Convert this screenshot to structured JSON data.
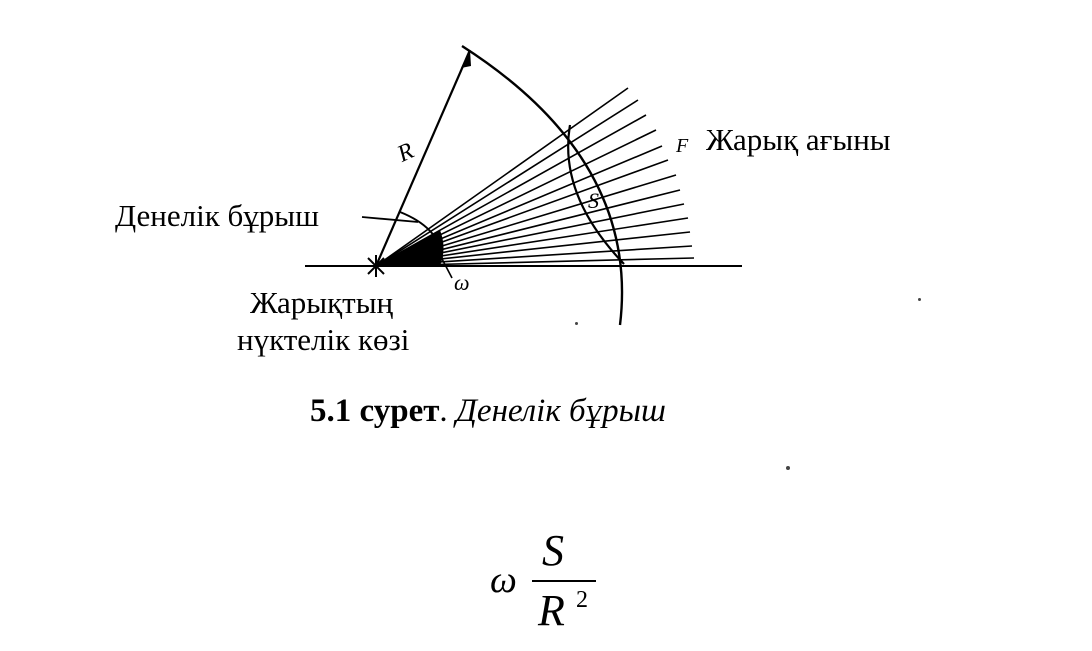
{
  "figure": {
    "labels": {
      "flux": "Жарық ағыны",
      "solid_angle": "Денелік бұрыш",
      "source_line1": "Жарықтың",
      "source_line2": "нүктелік көзі",
      "radius_symbol": "R",
      "area_symbol": "S",
      "omega_symbol": "ω",
      "flux_symbol": "F"
    }
  },
  "caption": {
    "number": "5.1 сурет",
    "separator": ". ",
    "title": "Денелік бұрыш"
  },
  "formula": {
    "lhs": "ω",
    "numerator": "S",
    "denominator": "R",
    "exponent": "2"
  }
}
